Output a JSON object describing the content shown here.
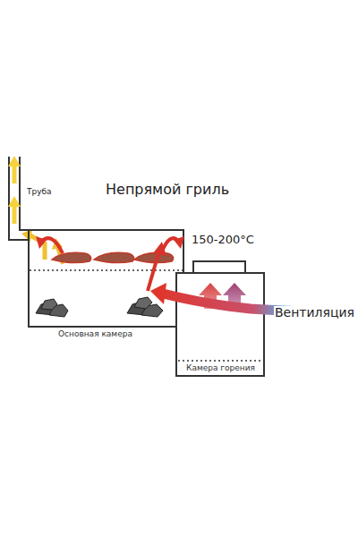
{
  "diagram": {
    "title": "Непрямой гриль",
    "nodes": [
      {
        "text": [
          "Основная камера"
        ]
      },
      {
        "text": [
          "Камера горения"
        ]
      }
    ],
    "labels": [
      "Труба",
      "150-200°C",
      "Вентиляция"
    ]
  }
}
